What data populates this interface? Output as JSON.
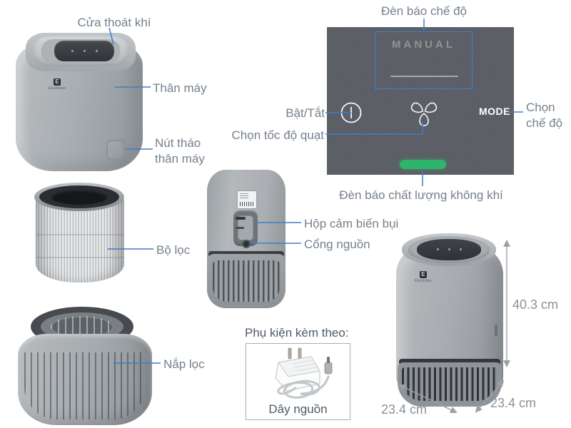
{
  "product": {
    "brand": "Electrolux"
  },
  "callout_labels": {
    "air_outlet": "Cửa thoát khí",
    "machine_body": "Thân máy",
    "body_release_button": "Nút tháo thân máy",
    "filter": "Bộ lọc",
    "filter_cap": "Nắp lọc",
    "dust_sensor_box": "Hộp cảm biến bụi",
    "power_port": "Cổng nguồn"
  },
  "control_panel": {
    "mode_indicator_label": "Đèn báo chế độ",
    "power_label": "Bật/Tắt",
    "fan_speed_label": "Chọn tốc độ quạt",
    "mode_select_label": "Chọn chế độ",
    "air_quality_label": "Đèn báo chất lượng không khí",
    "display_text": "MANUAL",
    "mode_button": "MODE",
    "panel_bg": "#54575e",
    "highlight_box_color": "#3b7ed0",
    "indicator_color": "#2fb46c"
  },
  "accessories": {
    "heading": "Phụ kiện kèm theo:",
    "item_label": "Dây nguồn"
  },
  "dimensions": {
    "height": "40.3 cm",
    "width": "23.4 cm",
    "depth": "23.4 cm"
  },
  "style": {
    "callout_line_color": "#3f7ec9",
    "label_color": "#76808b",
    "dimension_color": "#8d9297"
  }
}
